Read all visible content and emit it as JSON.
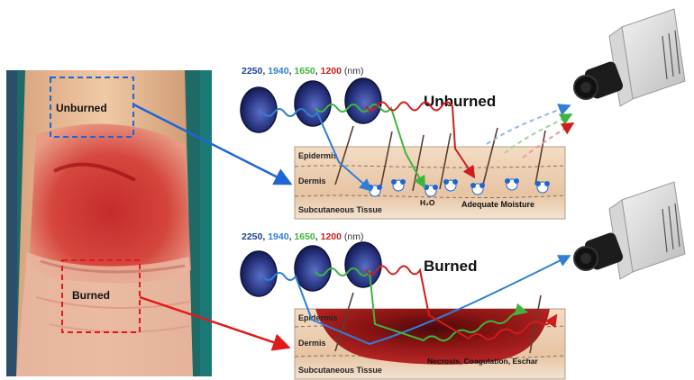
{
  "wavelengths": {
    "w1": "2250",
    "sep1": ", ",
    "w2": "1940",
    "sep2": ", ",
    "w3": "1650",
    "sep3": ", ",
    "w4": "1200",
    "unit": " (nm)"
  },
  "photo": {
    "unburned_label": "Unburned",
    "burned_label": "Burned"
  },
  "top_panel": {
    "title": "Unburned",
    "layer_epidermis": "Epidermis",
    "layer_dermis": "Dermis",
    "layer_subcutaneous": "Subcutaneous Tissue",
    "water_label": "H₂O",
    "moisture_label": "Adequate Moisture"
  },
  "bottom_panel": {
    "title": "Burned",
    "layer_epidermis": "Epidermis",
    "layer_dermis": "Dermis",
    "layer_subcutaneous": "Subcutaneous Tissue",
    "injury_label": "Necrosis, Coagulation, Eschar"
  },
  "colors": {
    "w2250": "#1f3f8f",
    "w1940": "#2f7fd8",
    "w1650": "#3fb43f",
    "w1200": "#d01c1c",
    "arrow_unburned": "#1e66d6",
    "arrow_burned": "#e01a1a"
  },
  "icons": [
    "light-source-icon",
    "camera-icon",
    "hair-follicle-icon",
    "water-molecule-icon"
  ]
}
